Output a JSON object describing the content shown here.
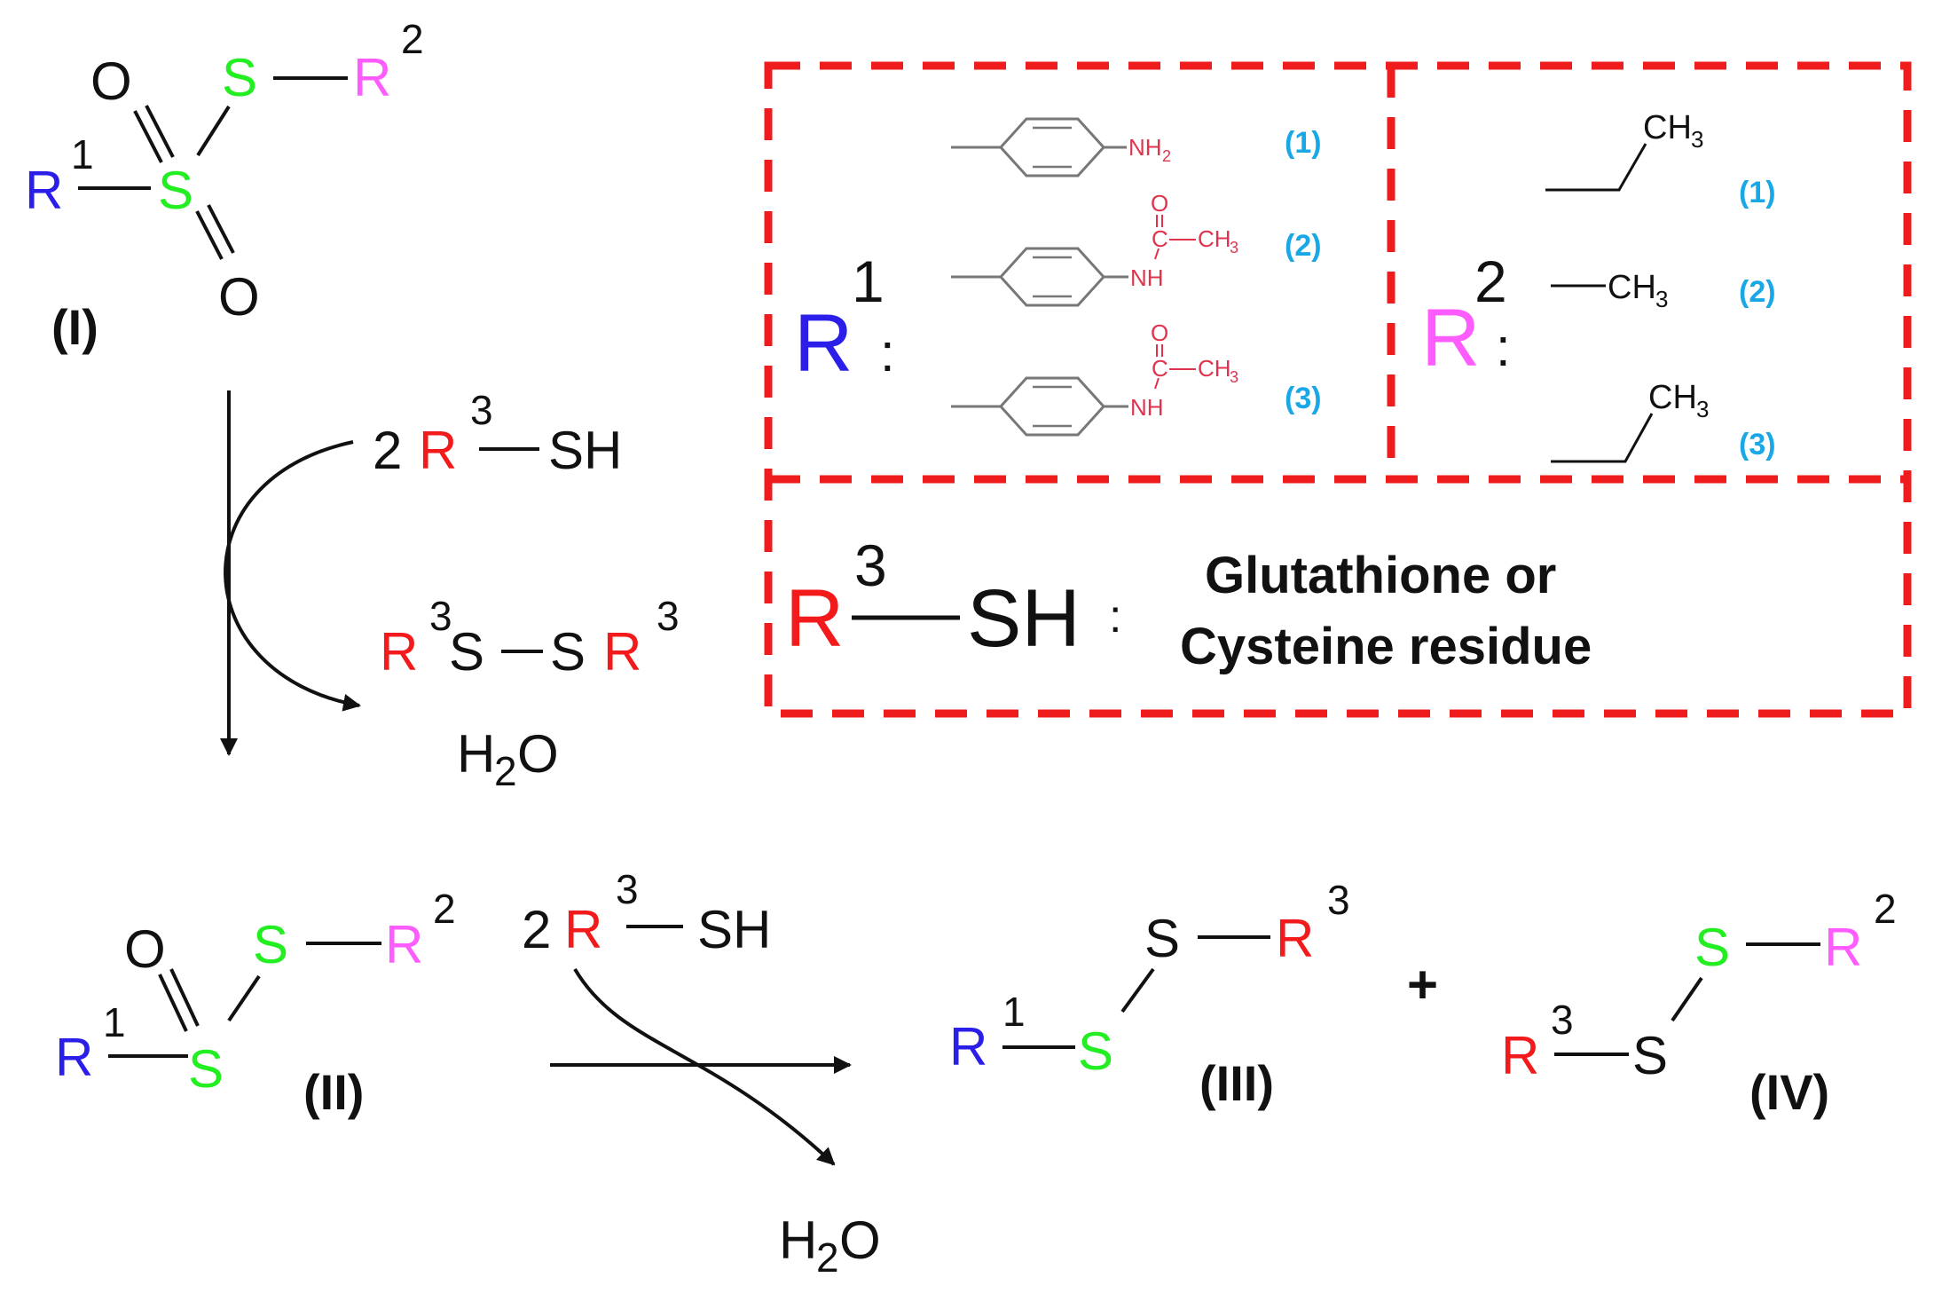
{
  "colors": {
    "r1": "#2a1ee8",
    "r2": "#ff5cff",
    "r3": "#f21a1a",
    "sulfur": "#22ee22",
    "black": "#111111",
    "box": "#ee1c1c",
    "index": "#1aa7e6",
    "substituent": "#e0344e",
    "ring": "#777777"
  },
  "atoms": {
    "R": "R",
    "S": "S",
    "O": "O",
    "SH": "SH",
    "two": "2",
    "plus": "+",
    "sup1": "1",
    "sup2": "2",
    "sup3": "3",
    "colon": ":",
    "H2O_H": "H",
    "H2O_2": "2",
    "H2O_O": "O"
  },
  "compounds": {
    "I": "(I)",
    "II": "(II)",
    "III": "(III)",
    "IV": "(IV)"
  },
  "legend": {
    "r1_options": [
      {
        "index": "(1)",
        "group": "NH2"
      },
      {
        "index": "(2)",
        "groups": [
          "O",
          "C",
          "CH3",
          "NH"
        ]
      },
      {
        "index": "(3)",
        "groups": [
          "O",
          "C",
          "CH3",
          "NH"
        ]
      }
    ],
    "r2_options": [
      {
        "index": "(1)",
        "group": "CH3"
      },
      {
        "index": "(2)",
        "group": "CH3"
      },
      {
        "index": "(3)",
        "group": "CH3"
      }
    ],
    "r3_description_line1": "Glutathione or",
    "r3_description_line2": "Cysteine residue"
  },
  "chem_text": {
    "NH2_N": "NH",
    "NH2_2": "2",
    "O": "O",
    "C": "C",
    "CH": "CH",
    "CH_3": "3",
    "NH": "NH"
  }
}
